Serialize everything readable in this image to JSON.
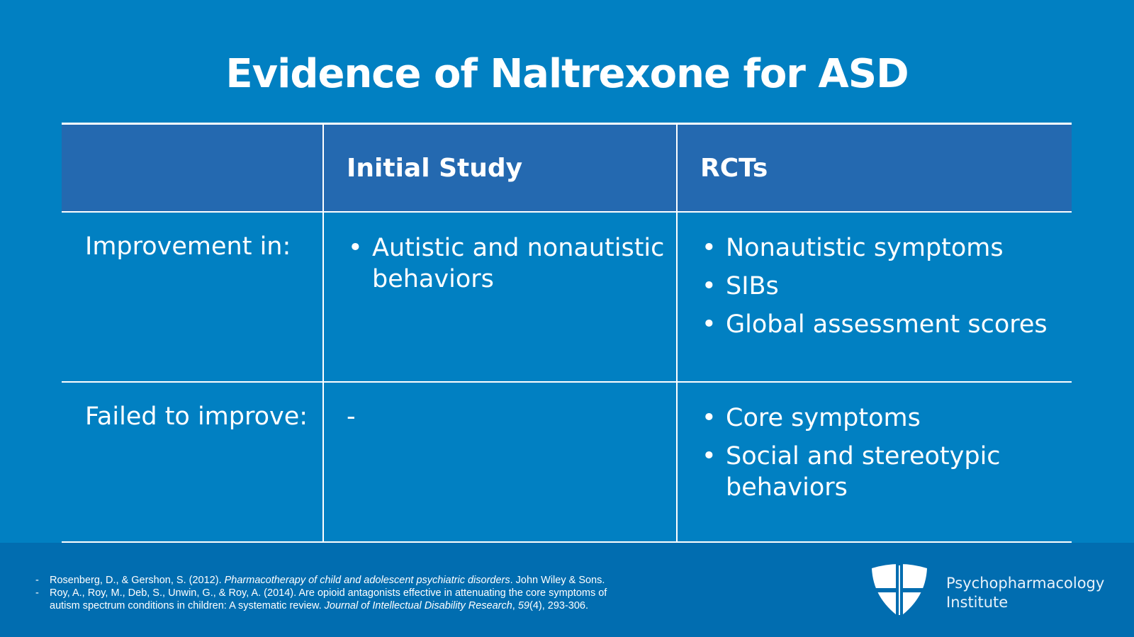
{
  "title": "Evidence of Naltrexone for ASD",
  "table": {
    "headers": [
      "",
      "Initial Study",
      "RCTs"
    ],
    "rows": [
      {
        "label": "Improvement in:",
        "initial": [
          "Autistic and nonautistic behaviors"
        ],
        "rcts": [
          "Nonautistic symptoms",
          "SIBs",
          "Global assessment scores"
        ]
      },
      {
        "label": "Failed to improve:",
        "initial_text": "-",
        "rcts": [
          "Core symptoms",
          "Social and stereotypic behaviors"
        ]
      }
    ]
  },
  "references": [
    {
      "pre": "Rosenberg, D., & Gershon, S. (2012). ",
      "italic": "Pharmacotherapy of child and adolescent psychiatric disorders",
      "post": ". John Wiley & Sons."
    },
    {
      "pre": "Roy, A., Roy, M., Deb, S., Unwin, G., & Roy, A. (2014). Are opioid antagonists effective in attenuating the core symptoms of autism spectrum conditions in children: A systematic review. ",
      "italic": "Journal of Intellectual Disability Research",
      "mid": ", ",
      "italic2": "59",
      "post": "(4), 293-306."
    }
  ],
  "brand": {
    "line1": "Psychopharmacology",
    "line2": "Institute"
  }
}
